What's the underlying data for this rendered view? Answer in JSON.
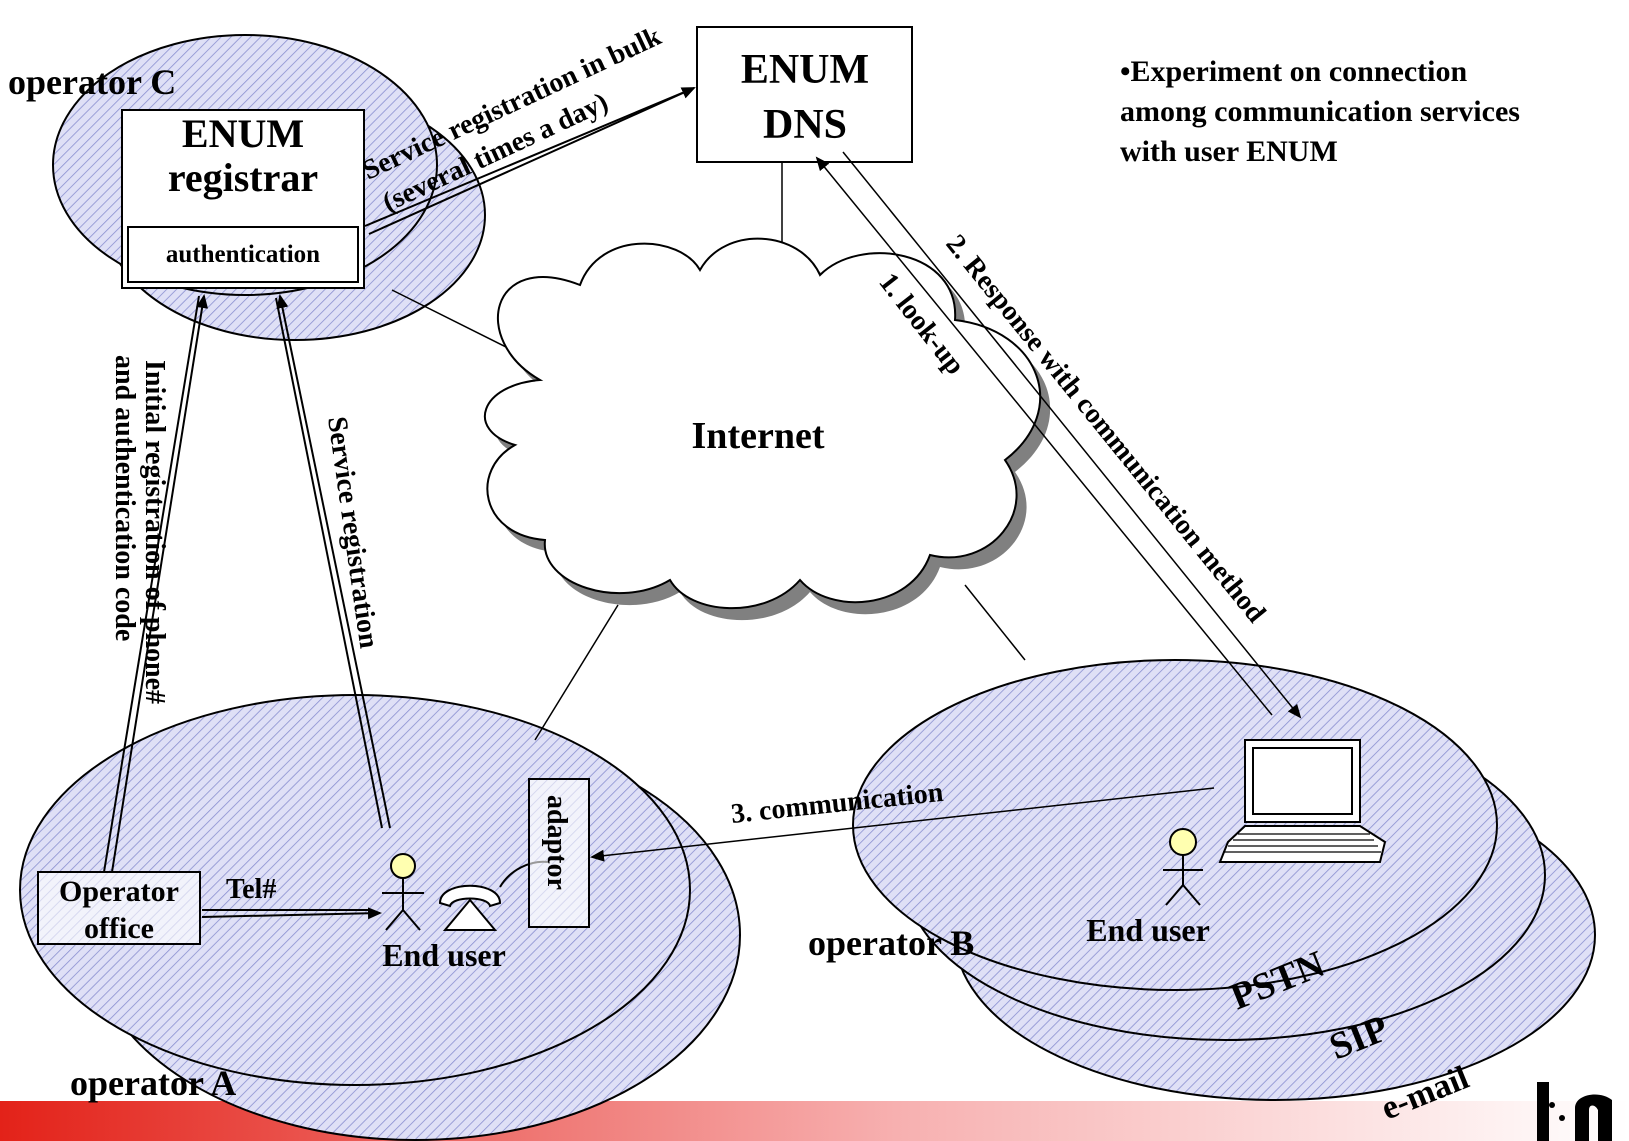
{
  "nodes": {
    "enum_registrar": {
      "title_line1": "ENUM",
      "title_line2": "registrar",
      "sub": "authentication"
    },
    "enum_dns": {
      "line1": "ENUM",
      "line2": "DNS"
    },
    "internet": {
      "label": "Internet"
    },
    "operator_office": {
      "line1": "Operator",
      "line2": "office"
    },
    "adaptor": {
      "label": "adaptor"
    },
    "end_user_a": {
      "label": "End user"
    },
    "end_user_b": {
      "label": "End user"
    }
  },
  "operators": {
    "a": "operator A",
    "b": "operator B",
    "c": "operator C"
  },
  "networks": [
    "PSTN",
    "SIP",
    "e-mail"
  ],
  "arrows": {
    "bulk_line1": "Service registration in bulk",
    "bulk_line2": "(several times a day)",
    "initial_line1": "Initial registration of phone#",
    "initial_line2": "and authentication code",
    "service_registration": "Service registration",
    "tel": "Tel#",
    "lookup": "1. look-up",
    "response": "2. Response with communication method",
    "communication": "3. communication"
  },
  "note": {
    "line1": "•Experiment on connection",
    "line2": "among communication services",
    "line3": "with user ENUM"
  },
  "colors": {
    "ellipse_fill": "#dfe0f6",
    "hatch": "#8a8fd0",
    "footer_start": "#e32219",
    "footer_end": "#ffffff",
    "person_head": "#ffffb0"
  }
}
